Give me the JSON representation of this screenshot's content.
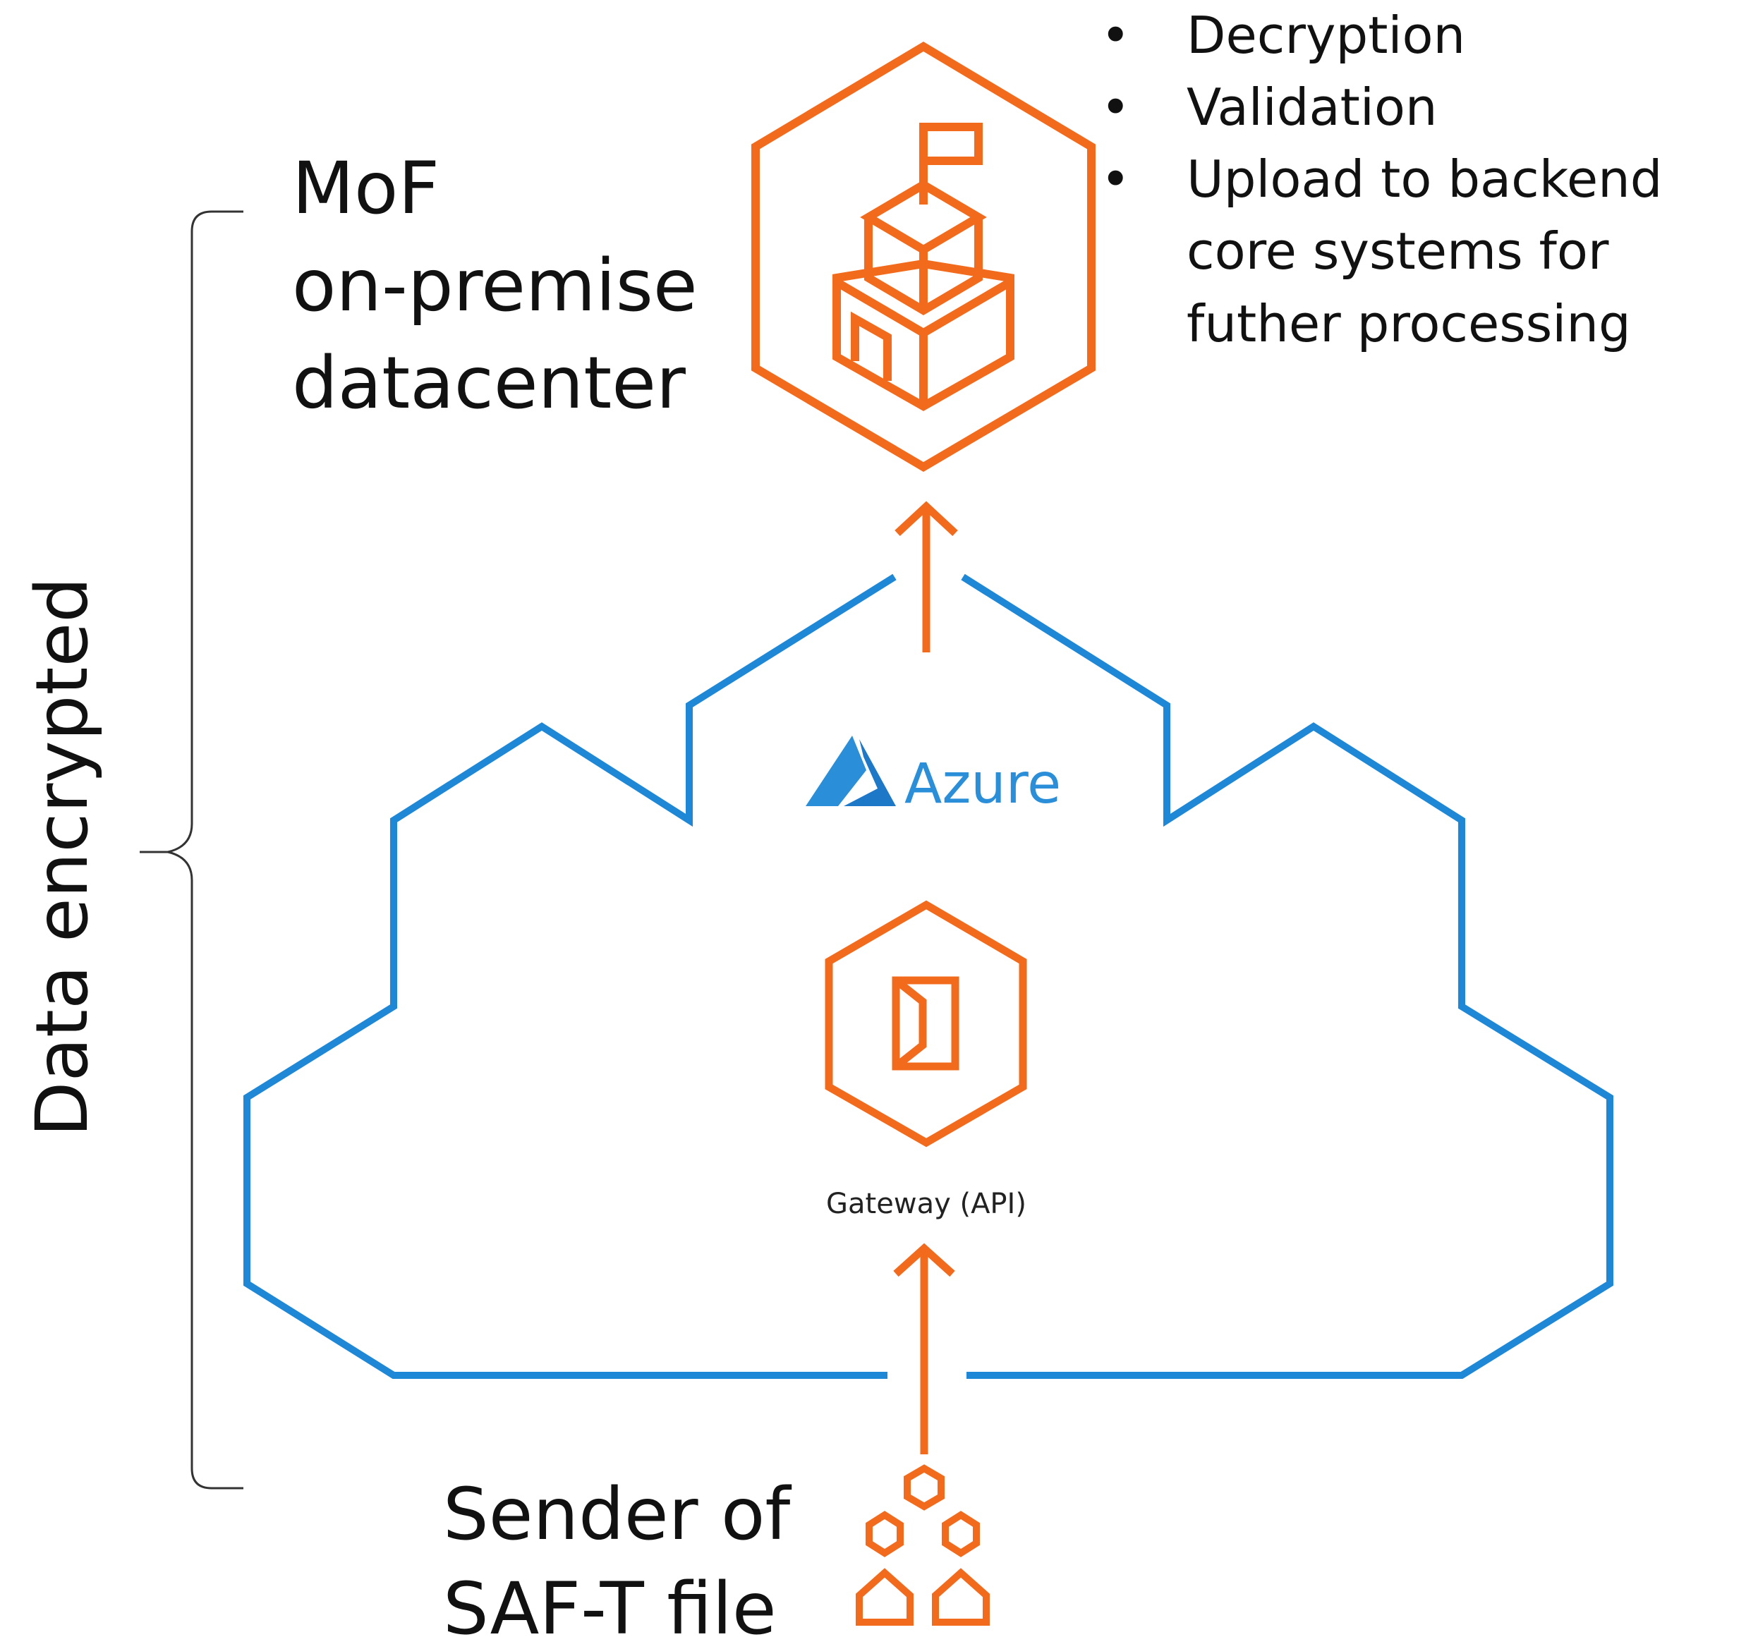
{
  "colors": {
    "orange": "#f26b1d",
    "blue": "#1e88d6",
    "azure_blue": "#2a8fd8",
    "text": "#111111"
  },
  "bracket_label": "Data encrypted",
  "datacenter": {
    "label_lines": [
      "MoF",
      "on-premise",
      "datacenter"
    ],
    "icon": "building-flag-icon"
  },
  "steps": {
    "bullet": "•",
    "items": [
      {
        "lines": [
          "Decryption"
        ]
      },
      {
        "lines": [
          "Validation"
        ]
      },
      {
        "lines": [
          "Upload to backend",
          "core systems for",
          "futher processing"
        ]
      }
    ]
  },
  "cloud": {
    "brand": "Azure",
    "brand_icon": "azure-logo-icon",
    "gateway_label": "Gateway (API)",
    "gateway_icon": "api-gateway-icon"
  },
  "sender": {
    "label_lines": [
      "Sender of",
      "SAF-T file"
    ],
    "icon": "users-group-icon"
  }
}
